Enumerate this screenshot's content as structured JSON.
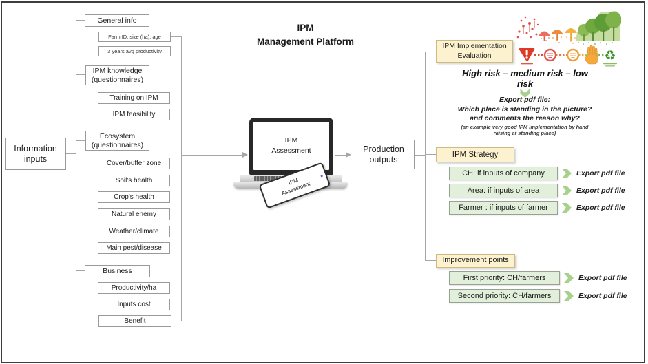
{
  "colors": {
    "cream_fill": "#FCF2CF",
    "cream_border": "#CDBB80",
    "green_row_fill": "#E2EFDA",
    "chevron_green": "#A9D18E",
    "connector_gray": "#A6A6A6",
    "risk_red": "#DC3B28",
    "risk_orange": "#EFA03C",
    "risk_green": "#6FA83F"
  },
  "title": {
    "line1": "IPM",
    "line2": "Management Platform"
  },
  "left_panel": {
    "source_label": "Information inputs",
    "general_info": {
      "label": "General info",
      "items": [
        "Farm ID, size (ha), age",
        "3 years avg productivity"
      ]
    },
    "ipm_knowledge": {
      "label": "IPM knowledge (questionnaires)",
      "items": [
        "Training on IPM",
        "IPM feasibility"
      ]
    },
    "ecosystem": {
      "label": "Ecosystem (questionnaires)",
      "items": [
        "Cover/buffer zone",
        "Soil's health",
        "Crop's health",
        "Natural enemy",
        "Weather/climate",
        "Main pest/disease"
      ]
    },
    "business": {
      "label": "Business",
      "items": [
        "Productivity/ha",
        "Inputs cost",
        "Benefit"
      ]
    }
  },
  "platform": {
    "screen_line1": "IPM",
    "screen_line2": "Assessment",
    "phone_line1": "IPM",
    "phone_line2": "Assessment"
  },
  "production": {
    "label": "Production outputs"
  },
  "evaluation": {
    "header": "IPM Implementation Evaluation",
    "risk_scale": "High risk – medium risk – low risk",
    "export_title": "Export pdf file:",
    "question_1": "Which place is standing in the picture?",
    "question_2": "and comments the reason why?",
    "example_1": "(an example very good IPM implementation by hand",
    "example_2": "raising at standing place)"
  },
  "strategy": {
    "header": "IPM Strategy",
    "rows": [
      {
        "label": "CH: if inputs of company",
        "action": "Export pdf file"
      },
      {
        "label": "Area: if inputs of area",
        "action": "Export pdf file"
      },
      {
        "label": "Farmer : if inputs of farmer",
        "action": "Export pdf file"
      }
    ]
  },
  "improvement": {
    "header": "Improvement points",
    "rows": [
      {
        "label": "First priority: CH/farmers",
        "action": "Export pdf file"
      },
      {
        "label": "Second priority: CH/farmers",
        "action": "Export pdf file"
      }
    ]
  }
}
